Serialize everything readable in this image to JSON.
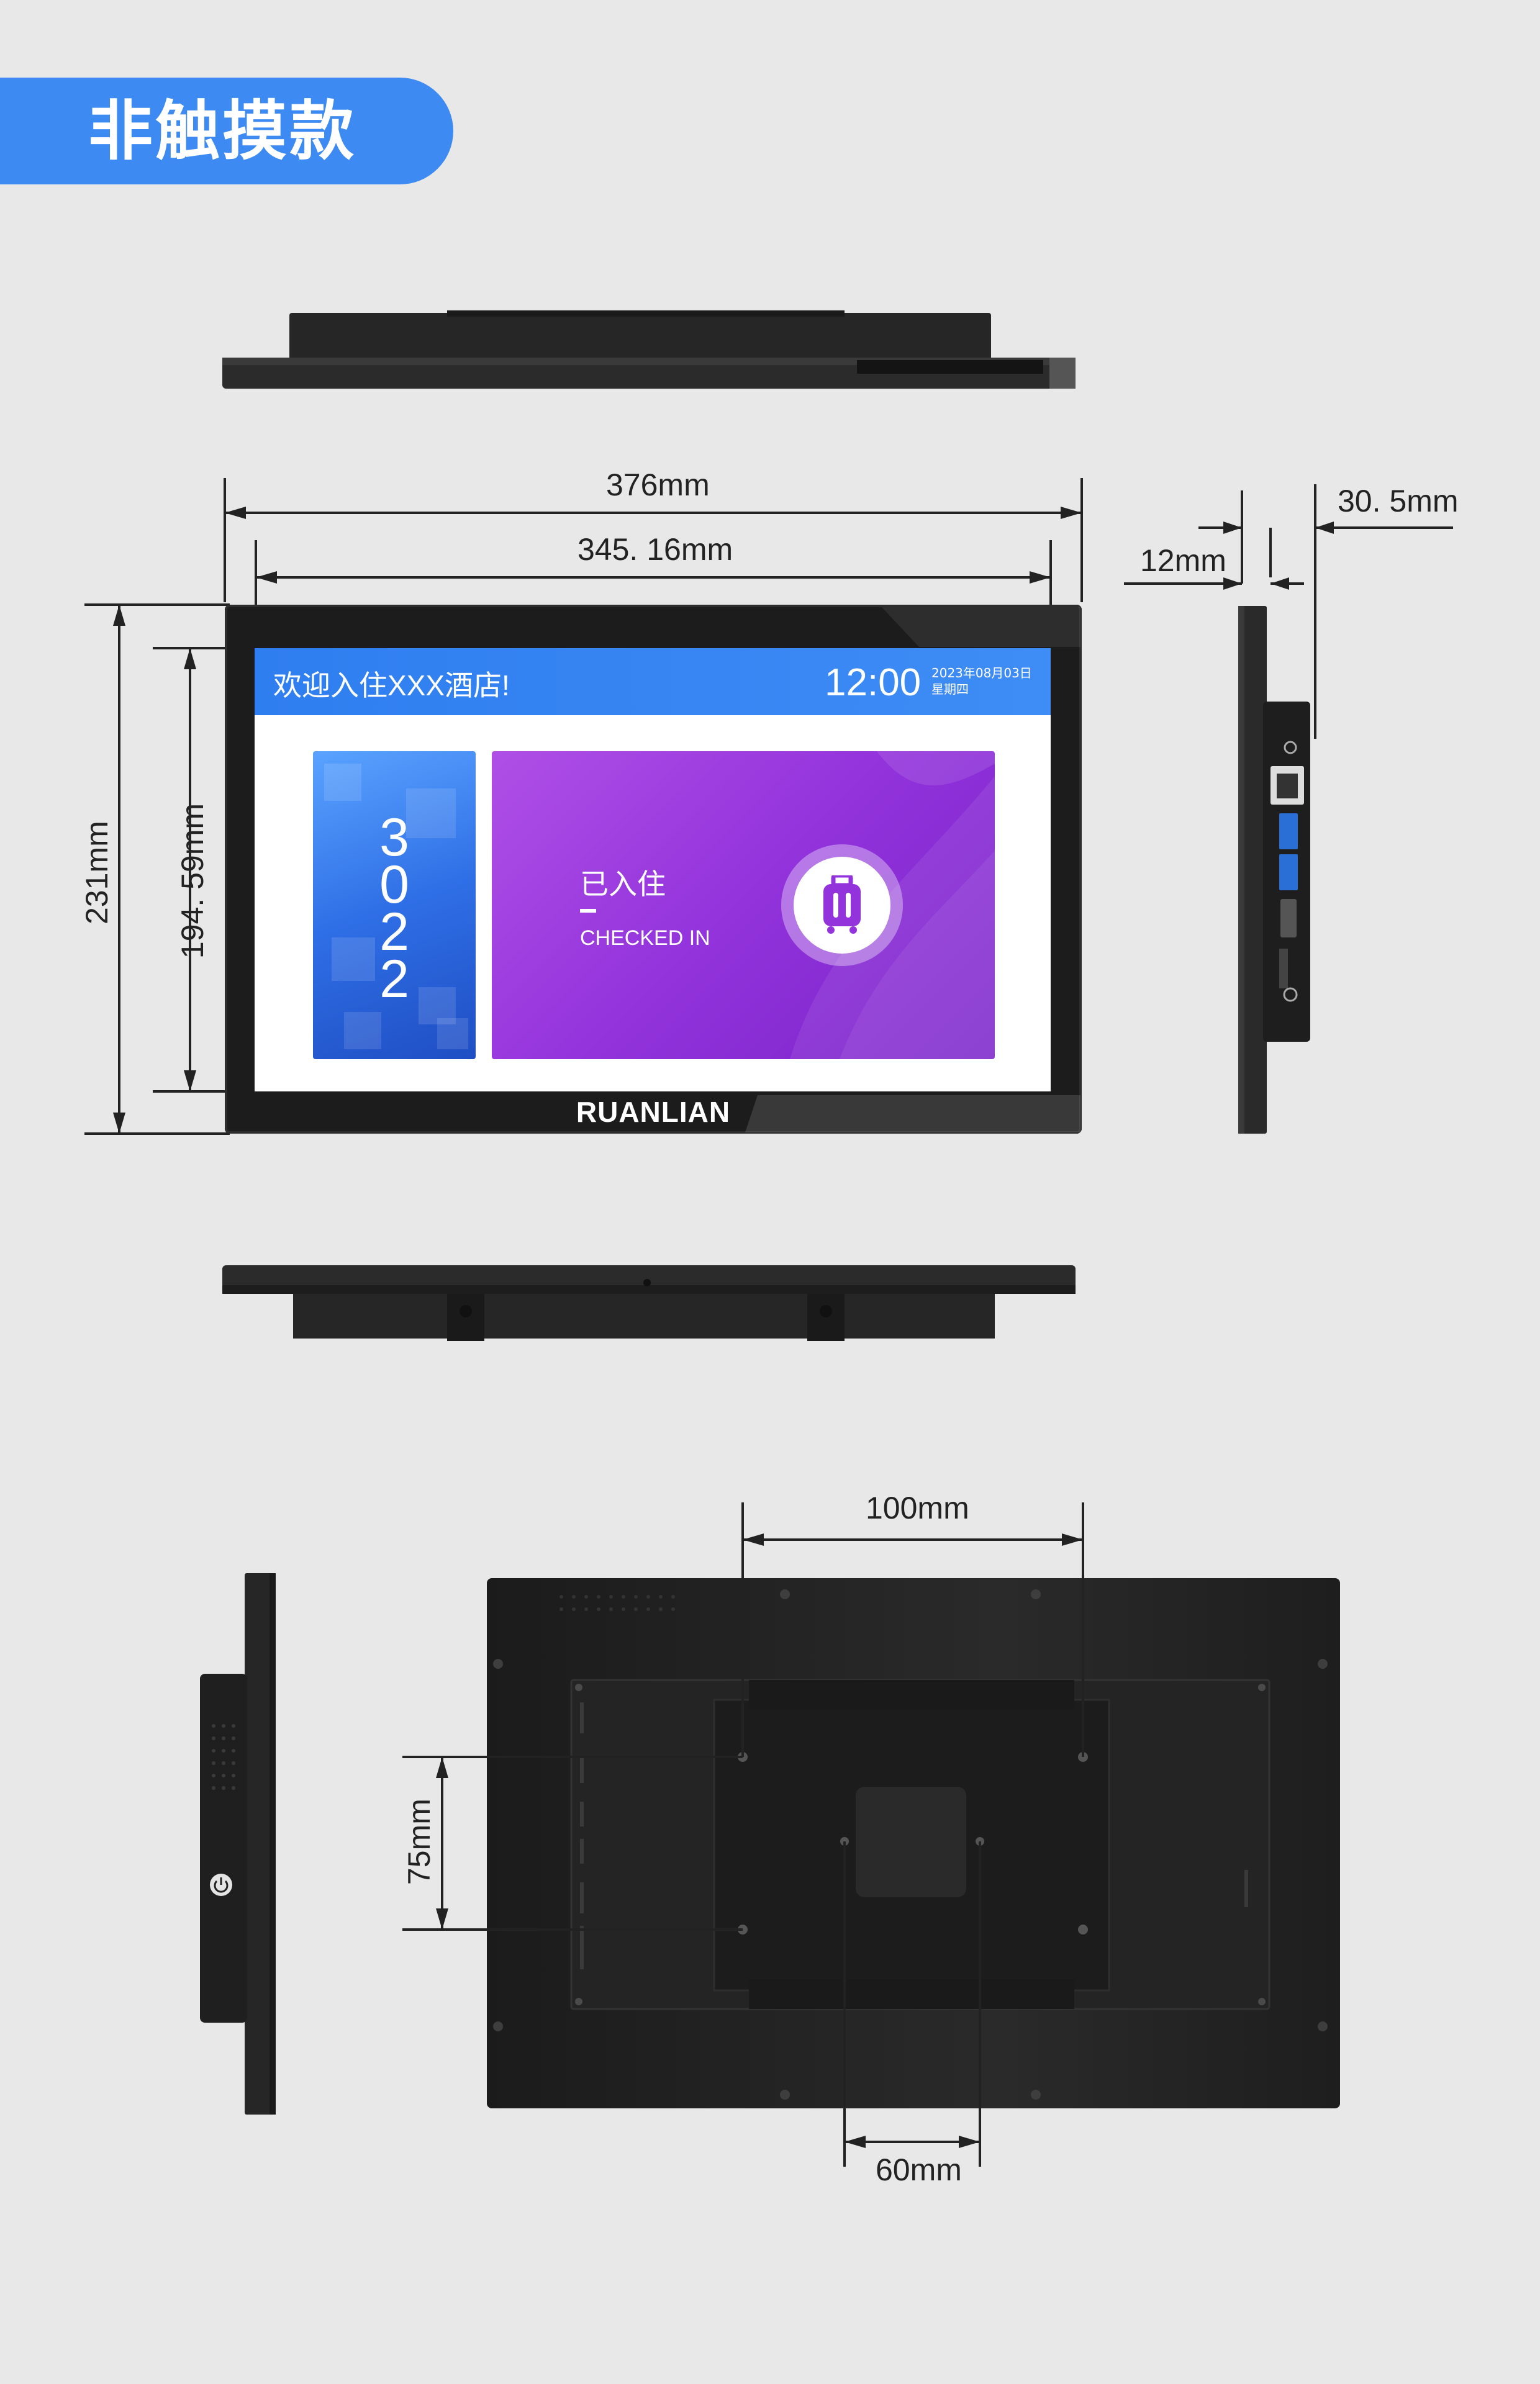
{
  "title_tag": "非触摸款",
  "dimensions": {
    "overall_width": "376mm",
    "screen_width": "345. 16mm",
    "overall_height": "231mm",
    "screen_height": "194. 59mm",
    "depth_total": "30. 5mm",
    "depth_bezel": "12mm",
    "vesa_horizontal": "100mm",
    "vesa_vertical": "75mm",
    "vesa_small": "60mm"
  },
  "screen": {
    "welcome": "欢迎入住XXX酒店!",
    "time": "12:00",
    "date": "2023年08月03日",
    "weekday": "星期四",
    "room_digits": [
      "3",
      "0",
      "2",
      "2"
    ],
    "status_cn": "已入住",
    "status_en": "CHECKED IN"
  },
  "brand": "RUANLIAN",
  "colors": {
    "tag_blue": "#3d8bf2",
    "header_blue": "#3a87f3",
    "status_purple": "#9233dc",
    "device_black": "#1c1c1c",
    "background": "#e8e8e8"
  },
  "icons": [
    "suitcase-icon",
    "power-icon",
    "ethernet-port-icon",
    "usb-port-icon",
    "hdmi-port-icon",
    "audio-jack-icon"
  ]
}
